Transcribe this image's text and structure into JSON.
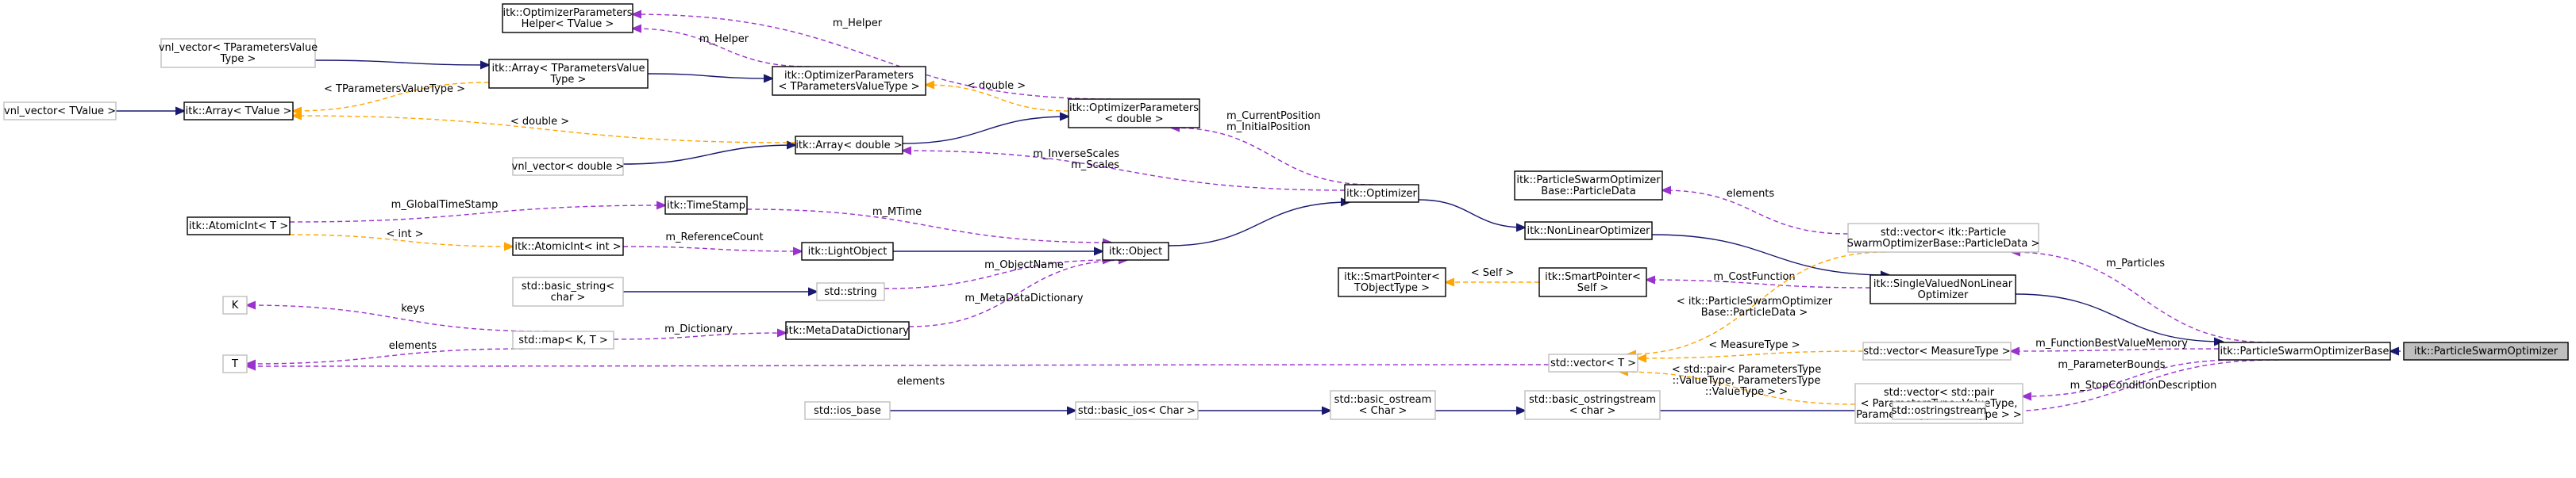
{
  "colors": {
    "inherit": "#191970",
    "usage": "#9a32cd",
    "template": "#ffa500",
    "node_border": "#000000",
    "node_border_light": "#bfbfbf",
    "focus_fill": "#bfbfbf",
    "node_fill": "#ffffff"
  },
  "nodes": [
    {
      "id": "ParticleSwarmOptimizer",
      "lines": [
        "itk::ParticleSwarmOptimizer"
      ],
      "style": "focus"
    },
    {
      "id": "ParticleSwarmOptimizerBase",
      "lines": [
        "itk::ParticleSwarmOptimizerBase"
      ],
      "style": "normal"
    },
    {
      "id": "SingleValuedNonLinearOptimizer",
      "lines": [
        "itk::SingleValuedNonLinear",
        "Optimizer"
      ],
      "style": "normal"
    },
    {
      "id": "NonLinearOptimizer",
      "lines": [
        "itk::NonLinearOptimizer"
      ],
      "style": "normal"
    },
    {
      "id": "Optimizer",
      "lines": [
        "itk::Optimizer"
      ],
      "style": "normal"
    },
    {
      "id": "Object",
      "lines": [
        "itk::Object"
      ],
      "style": "normal"
    },
    {
      "id": "LightObject",
      "lines": [
        "itk::LightObject"
      ],
      "style": "normal"
    },
    {
      "id": "AtomicIntInt",
      "lines": [
        "itk::AtomicInt< int >"
      ],
      "style": "normal"
    },
    {
      "id": "AtomicIntT",
      "lines": [
        "itk::AtomicInt< T >"
      ],
      "style": "normal"
    },
    {
      "id": "TimeStamp",
      "lines": [
        "itk::TimeStamp"
      ],
      "style": "normal"
    },
    {
      "id": "stdstring",
      "lines": [
        "std::string"
      ],
      "style": "light"
    },
    {
      "id": "basic_string",
      "lines": [
        "std::basic_string<",
        "char >"
      ],
      "style": "light"
    },
    {
      "id": "MetaDataDictionary",
      "lines": [
        "itk::MetaDataDictionary"
      ],
      "style": "normal"
    },
    {
      "id": "stdmap",
      "lines": [
        "std::map< K, T >"
      ],
      "style": "light"
    },
    {
      "id": "K",
      "lines": [
        "K"
      ],
      "style": "light"
    },
    {
      "id": "T",
      "lines": [
        "T"
      ],
      "style": "light"
    },
    {
      "id": "OptimizerParametersDouble",
      "lines": [
        "itk::OptimizerParameters",
        "< double >"
      ],
      "style": "normal"
    },
    {
      "id": "ArrayDouble",
      "lines": [
        "itk::Array< double >"
      ],
      "style": "normal"
    },
    {
      "id": "vnl_vector_double",
      "lines": [
        "vnl_vector< double >"
      ],
      "style": "light"
    },
    {
      "id": "OptimizerParametersTPVT",
      "lines": [
        "itk::OptimizerParameters",
        "< TParametersValueType >"
      ],
      "style": "normal"
    },
    {
      "id": "OptimizerParametersHelper",
      "lines": [
        "itk::OptimizerParameters",
        "Helper< TValue >"
      ],
      "style": "normal"
    },
    {
      "id": "ArrayTParametersValueType",
      "lines": [
        "itk::Array< TParametersValue",
        "Type >"
      ],
      "style": "normal"
    },
    {
      "id": "vnl_vector_TPVT",
      "lines": [
        "vnl_vector< TParametersValue",
        "Type >"
      ],
      "style": "light"
    },
    {
      "id": "ArrayTValue",
      "lines": [
        "itk::Array< TValue >"
      ],
      "style": "normal"
    },
    {
      "id": "vnl_vector_TValue",
      "lines": [
        "vnl_vector< TValue >"
      ],
      "style": "light"
    },
    {
      "id": "ParticleData",
      "lines": [
        "itk::ParticleSwarmOptimizer",
        "Base::ParticleData"
      ],
      "style": "normal"
    },
    {
      "id": "vectorParticleData",
      "lines": [
        "std::vector< itk::Particle",
        "SwarmOptimizerBase::ParticleData >"
      ],
      "style": "light"
    },
    {
      "id": "SmartPointerSelf",
      "lines": [
        "itk::SmartPointer<",
        "Self >"
      ],
      "style": "normal"
    },
    {
      "id": "SmartPointerTObjectType",
      "lines": [
        "itk::SmartPointer<",
        "TObjectType >"
      ],
      "style": "normal"
    },
    {
      "id": "stdvectorT",
      "lines": [
        "std::vector< T >"
      ],
      "style": "light"
    },
    {
      "id": "vectorMeasureType",
      "lines": [
        "std::vector< MeasureType >"
      ],
      "style": "light"
    },
    {
      "id": "vectorPair",
      "lines": [
        "std::vector< std::pair",
        "< ParametersType::ValueType,",
        "ParametersType::ValueType > >"
      ],
      "style": "light"
    },
    {
      "id": "ostringstream",
      "lines": [
        "std::ostringstream"
      ],
      "style": "light"
    },
    {
      "id": "basic_ostringstream",
      "lines": [
        "std::basic_ostringstream",
        "< char >"
      ],
      "style": "light"
    },
    {
      "id": "basic_ostream",
      "lines": [
        "std::basic_ostream",
        "< Char >"
      ],
      "style": "light"
    },
    {
      "id": "basic_ios",
      "lines": [
        "std::basic_ios< Char >"
      ],
      "style": "light"
    },
    {
      "id": "ios_base",
      "lines": [
        "std::ios_base"
      ],
      "style": "light"
    }
  ],
  "edges": [
    {
      "from": "ParticleSwarmOptimizerBase",
      "to": "ParticleSwarmOptimizer",
      "kind": "inherit",
      "labels": []
    },
    {
      "from": "SingleValuedNonLinearOptimizer",
      "to": "ParticleSwarmOptimizerBase",
      "kind": "inherit",
      "labels": []
    },
    {
      "from": "NonLinearOptimizer",
      "to": "SingleValuedNonLinearOptimizer",
      "kind": "inherit",
      "labels": []
    },
    {
      "from": "Optimizer",
      "to": "NonLinearOptimizer",
      "kind": "inherit",
      "labels": []
    },
    {
      "from": "Object",
      "to": "Optimizer",
      "kind": "inherit",
      "labels": []
    },
    {
      "from": "LightObject",
      "to": "Object",
      "kind": "inherit",
      "labels": []
    },
    {
      "from": "AtomicIntInt",
      "to": "LightObject",
      "kind": "usage",
      "labels": [
        "m_ReferenceCount"
      ]
    },
    {
      "from": "AtomicIntT",
      "to": "AtomicIntInt",
      "kind": "template",
      "labels": [
        "< int >"
      ]
    },
    {
      "from": "AtomicIntT",
      "to": "TimeStamp",
      "kind": "usage",
      "labels": [
        "m_GlobalTimeStamp"
      ]
    },
    {
      "from": "TimeStamp",
      "to": "Object",
      "kind": "usage",
      "labels": [
        "m_MTime"
      ]
    },
    {
      "from": "stdstring",
      "to": "Object",
      "kind": "usage",
      "labels": [
        "m_ObjectName"
      ]
    },
    {
      "from": "basic_string",
      "to": "stdstring",
      "kind": "inherit",
      "labels": []
    },
    {
      "from": "MetaDataDictionary",
      "to": "Object",
      "kind": "usage",
      "labels": [
        "m_MetaDataDictionary"
      ]
    },
    {
      "from": "stdmap",
      "to": "MetaDataDictionary",
      "kind": "usage",
      "labels": [
        "m_Dictionary"
      ]
    },
    {
      "from": "K",
      "to": "stdmap",
      "kind": "usage",
      "labels": [
        "keys"
      ]
    },
    {
      "from": "T",
      "to": "stdmap",
      "kind": "usage",
      "labels": [
        "elements"
      ]
    },
    {
      "from": "T",
      "to": "stdvectorT",
      "kind": "usage",
      "labels": [
        "elements"
      ]
    },
    {
      "from": "OptimizerParametersDouble",
      "to": "Optimizer",
      "kind": "usage",
      "labels": [
        "m_CurrentPosition",
        "m_InitialPosition"
      ]
    },
    {
      "from": "ArrayDouble",
      "to": "Optimizer",
      "kind": "usage",
      "labels": [
        "m_InverseScales",
        "m_Scales"
      ]
    },
    {
      "from": "ArrayDouble",
      "to": "OptimizerParametersDouble",
      "kind": "inherit",
      "labels": []
    },
    {
      "from": "vnl_vector_double",
      "to": "ArrayDouble",
      "kind": "inherit",
      "labels": []
    },
    {
      "from": "OptimizerParametersTPVT",
      "to": "OptimizerParametersDouble",
      "kind": "template",
      "labels": [
        "< double >"
      ]
    },
    {
      "from": "OptimizerParametersHelper",
      "to": "OptimizerParametersDouble",
      "kind": "usage",
      "labels": [
        "m_Helper"
      ]
    },
    {
      "from": "OptimizerParametersHelper",
      "to": "OptimizerParametersTPVT",
      "kind": "usage",
      "labels": [
        "m_Helper"
      ]
    },
    {
      "from": "ArrayTParametersValueType",
      "to": "OptimizerParametersTPVT",
      "kind": "inherit",
      "labels": []
    },
    {
      "from": "vnl_vector_TPVT",
      "to": "ArrayTParametersValueType",
      "kind": "inherit",
      "labels": []
    },
    {
      "from": "ArrayTValue",
      "to": "ArrayTParametersValueType",
      "kind": "template",
      "labels": [
        "< TParametersValueType >"
      ]
    },
    {
      "from": "ArrayTValue",
      "to": "ArrayDouble",
      "kind": "template",
      "labels": [
        "< double >"
      ]
    },
    {
      "from": "vnl_vector_TValue",
      "to": "ArrayTValue",
      "kind": "inherit",
      "labels": []
    },
    {
      "from": "ParticleData",
      "to": "vectorParticleData",
      "kind": "usage",
      "labels": [
        "elements"
      ]
    },
    {
      "from": "vectorParticleData",
      "to": "ParticleSwarmOptimizerBase",
      "kind": "usage",
      "labels": [
        "m_Particles"
      ]
    },
    {
      "from": "SmartPointerSelf",
      "to": "SingleValuedNonLinearOptimizer",
      "kind": "usage",
      "labels": [
        "m_CostFunction"
      ]
    },
    {
      "from": "SmartPointerTObjectType",
      "to": "SmartPointerSelf",
      "kind": "template",
      "labels": [
        "< Self >"
      ]
    },
    {
      "from": "stdvectorT",
      "to": "vectorParticleData",
      "kind": "template",
      "labels": [
        "< itk::ParticleSwarmOptimizer",
        "Base::ParticleData >"
      ]
    },
    {
      "from": "stdvectorT",
      "to": "vectorMeasureType",
      "kind": "template",
      "labels": [
        "< MeasureType >"
      ]
    },
    {
      "from": "stdvectorT",
      "to": "vectorPair",
      "kind": "template",
      "labels": [
        "< std::pair< ParametersType",
        "::ValueType, ParametersType",
        "::ValueType > >"
      ]
    },
    {
      "from": "vectorMeasureType",
      "to": "ParticleSwarmOptimizerBase",
      "kind": "usage",
      "labels": [
        "m_FunctionBestValueMemory"
      ]
    },
    {
      "from": "vectorPair",
      "to": "ParticleSwarmOptimizerBase",
      "kind": "usage",
      "labels": [
        "m_ParameterBounds"
      ]
    },
    {
      "from": "ostringstream",
      "to": "ParticleSwarmOptimizerBase",
      "kind": "usage",
      "labels": [
        "m_StopConditionDescription"
      ]
    },
    {
      "from": "basic_ostringstream",
      "to": "ostringstream",
      "kind": "inherit",
      "labels": []
    },
    {
      "from": "basic_ostream",
      "to": "basic_ostringstream",
      "kind": "inherit",
      "labels": []
    },
    {
      "from": "basic_ios",
      "to": "basic_ostream",
      "kind": "inherit",
      "labels": []
    },
    {
      "from": "ios_base",
      "to": "basic_ios",
      "kind": "inherit",
      "labels": []
    }
  ]
}
